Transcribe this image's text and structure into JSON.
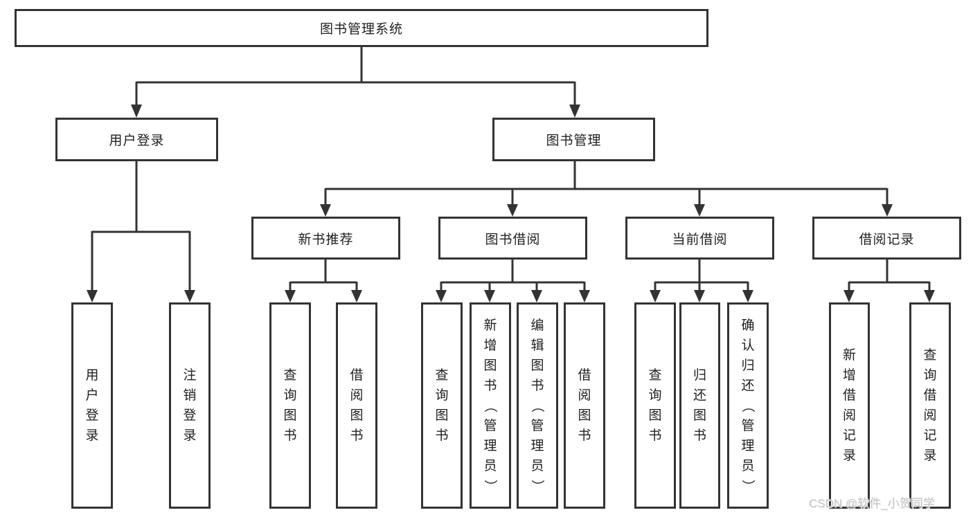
{
  "diagram_type": "feature-tree",
  "colors": {
    "line": "#333333",
    "box_border": "#333333",
    "box_background": "#ffffff",
    "text": "#1f1f1f",
    "watermark": "#c3c3c3"
  },
  "watermark": "CSDN @软件_小贺同学",
  "tree": {
    "root": "图书管理系统",
    "branches": [
      {
        "label": "用户登录",
        "children": [
          "用户登录",
          "注销登录"
        ]
      },
      {
        "label": "图书管理",
        "children": [
          {
            "label": "新书推荐",
            "children": [
              "查询图书",
              "借阅图书"
            ]
          },
          {
            "label": "图书借阅",
            "children": [
              "查询图书",
              "新增图书（管理员）",
              "编辑图书（管理员）",
              "借阅图书"
            ]
          },
          {
            "label": "当前借阅",
            "children": [
              "查询图书",
              "归还图书",
              "确认归还（管理员）"
            ]
          },
          {
            "label": "借阅记录",
            "children": [
              "新增借阅记录",
              "查询借阅记录"
            ]
          }
        ]
      }
    ]
  }
}
